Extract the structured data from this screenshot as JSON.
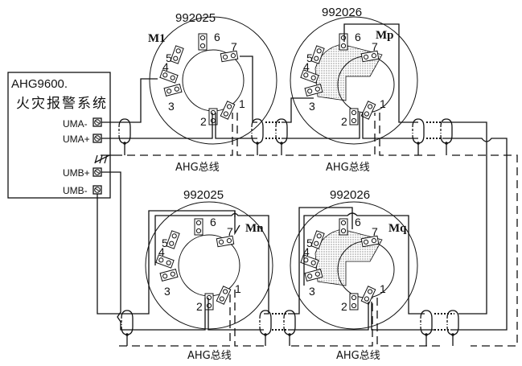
{
  "system_box": {
    "model": "AHG9600.",
    "name": "火灾报警系统",
    "terminals": [
      "UMA-",
      "UMA+",
      "UMB+",
      "UMB-"
    ]
  },
  "modules": [
    {
      "id": "M1",
      "model": "992025",
      "shaded": false
    },
    {
      "id": "Mp",
      "model": "992026",
      "shaded": true
    },
    {
      "id": "Mn",
      "model": "992025",
      "shaded": false
    },
    {
      "id": "Mq",
      "model": "992026",
      "shaded": true
    }
  ],
  "terminal_numbers": [
    "1",
    "2",
    "3",
    "4",
    "5",
    "6",
    "7"
  ],
  "bus_labels": [
    "AHG总线",
    "AHG总线",
    "AHG总线",
    "AHG总线"
  ],
  "icons": {
    "terminal": "screw-terminal-icon",
    "ground": "ground-icon",
    "shield": "cable-shield-icon"
  }
}
